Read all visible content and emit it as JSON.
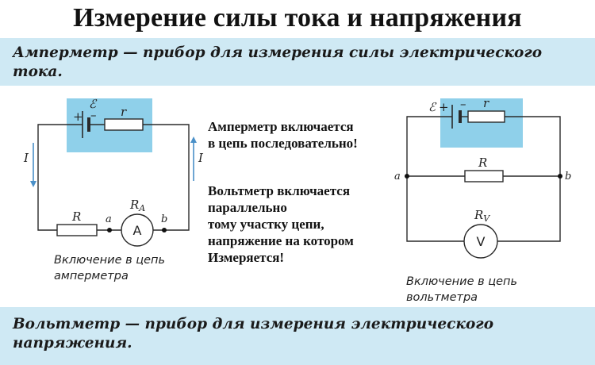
{
  "title": "Измерение силы тока и напряжения",
  "ammeter_definition": "Амперметр — прибор для измерения силы электрического тока.",
  "voltmeter_definition": "Вольтметр — прибор для измерения электрического напряжения.",
  "note_ammeter": [
    "Амперметр включается",
    "в цепь последовательно!"
  ],
  "note_voltmeter": [
    "Вольтметр включается",
    "параллельно",
    "тому участку цепи,",
    "напряжение на котором",
    "Измеряется!"
  ],
  "diagram_left": {
    "caption": [
      "Включение в цепь",
      "амперметра"
    ],
    "labels": {
      "emf": "ℰ",
      "plus": "+",
      "minus": "–",
      "internal_r": "r",
      "resistor": "R",
      "meter_name": "R",
      "meter_sub": "A",
      "meter_symbol": "A",
      "node_a": "a",
      "node_b": "b",
      "current_left": "I",
      "current_right": "I"
    }
  },
  "diagram_right": {
    "caption": [
      "Включение в цепь",
      "вольтметра"
    ],
    "labels": {
      "emf": "ℰ",
      "plus": "+",
      "minus": "–",
      "internal_r": "r",
      "resistor": "R",
      "meter_name": "R",
      "meter_sub": "V",
      "meter_symbol": "V",
      "node_a": "a",
      "node_b": "b"
    }
  },
  "colors": {
    "band": "#cfe9f4",
    "battery_highlight": "#8fd0ea",
    "wire": "#2a2a2a",
    "current_arrow": "#4a90c8"
  }
}
